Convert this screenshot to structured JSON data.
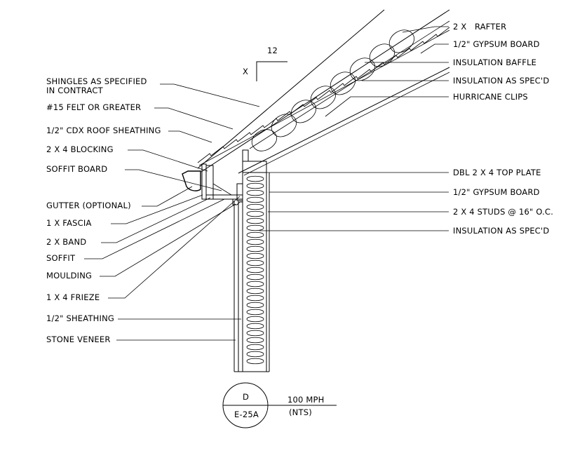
{
  "pitch": {
    "run": "12",
    "rise": "X"
  },
  "left_labels": [
    {
      "id": "shingles",
      "lines": [
        "SHINGLES AS SPECIFIED",
        "IN CONTRACT"
      ]
    },
    {
      "id": "felt",
      "lines": [
        "#15 FELT OR GREATER"
      ]
    },
    {
      "id": "sheathing-roof",
      "lines": [
        "1/2\" CDX ROOF SHEATHING"
      ]
    },
    {
      "id": "blocking",
      "lines": [
        "2 X 4 BLOCKING"
      ]
    },
    {
      "id": "soffit-board",
      "lines": [
        "SOFFIT BOARD"
      ]
    },
    {
      "id": "gutter",
      "lines": [
        "GUTTER (OPTIONAL)"
      ]
    },
    {
      "id": "fascia",
      "lines": [
        "1 X  FASCIA"
      ]
    },
    {
      "id": "band",
      "lines": [
        "2 X  BAND"
      ]
    },
    {
      "id": "soffit",
      "lines": [
        "SOFFIT"
      ]
    },
    {
      "id": "moulding",
      "lines": [
        "MOULDING"
      ]
    },
    {
      "id": "frieze",
      "lines": [
        "1 X 4 FRIEZE"
      ]
    },
    {
      "id": "wall-sheathing",
      "lines": [
        "1/2\" SHEATHING"
      ]
    },
    {
      "id": "stone",
      "lines": [
        "STONE VENEER"
      ]
    }
  ],
  "right_labels": [
    {
      "id": "rafter",
      "text": "2 X   RAFTER"
    },
    {
      "id": "gypsum-roof",
      "text": "1/2\" GYPSUM BOARD"
    },
    {
      "id": "baffle",
      "text": "INSULATION BAFFLE"
    },
    {
      "id": "insulation-roof",
      "text": "INSULATION AS SPEC'D"
    },
    {
      "id": "clips",
      "text": "HURRICANE CLIPS"
    },
    {
      "id": "top-plate",
      "text": "DBL 2 X 4 TOP PLATE"
    },
    {
      "id": "gypsum-wall",
      "text": "1/2\" GYPSUM BOARD"
    },
    {
      "id": "studs",
      "text": "2 X 4 STUDS @ 16\" O.C."
    },
    {
      "id": "insulation-wall",
      "text": "INSULATION AS SPEC'D"
    }
  ],
  "detail_marker": {
    "letter": "D",
    "sheet": "E-25A",
    "title": "100 MPH",
    "scale": "(NTS)"
  }
}
